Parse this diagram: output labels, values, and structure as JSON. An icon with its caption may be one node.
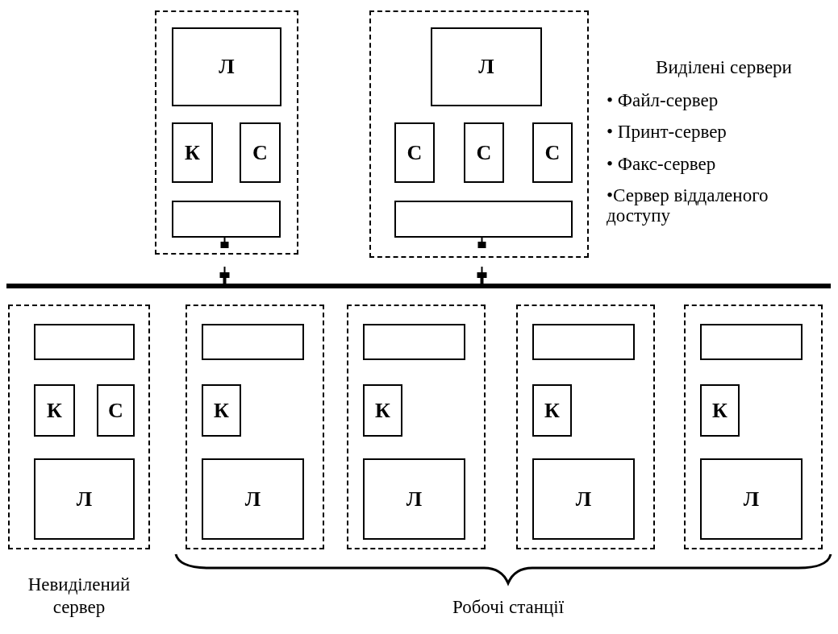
{
  "diagram": {
    "nodes": [
      {
        "text": [],
        "shape": "box"
      },
      {
        "text": [
          "Л"
        ],
        "in": 0
      },
      {
        "text": [
          "К"
        ],
        "in": 0
      },
      {
        "text": [
          "С"
        ],
        "in": 0
      },
      {
        "text": [],
        "shape": "box",
        "in": 0
      },
      {
        "text": [],
        "shape": "box"
      },
      {
        "text": [
          "Л"
        ],
        "in": 5
      },
      {
        "text": [
          "С"
        ],
        "in": 5
      },
      {
        "text": [
          "С"
        ],
        "in": 5
      },
      {
        "text": [
          "С"
        ],
        "in": 5
      },
      {
        "text": [],
        "shape": "box",
        "in": 5
      },
      {
        "text": [],
        "shape": "bar"
      },
      {
        "text": [],
        "shape": "box",
        "beside": [
          "Невиділений сервер"
        ]
      },
      {
        "text": [],
        "shape": "box",
        "in": 12
      },
      {
        "text": [
          "К"
        ],
        "in": 12
      },
      {
        "text": [
          "С"
        ],
        "in": 12
      },
      {
        "text": [
          "Л"
        ],
        "in": 12
      },
      {
        "text": [],
        "shape": "box"
      },
      {
        "text": [],
        "shape": "box",
        "in": 17
      },
      {
        "text": [
          "К"
        ],
        "in": 17
      },
      {
        "text": [
          "Л"
        ],
        "in": 17
      },
      {
        "text": [],
        "shape": "box"
      },
      {
        "text": [],
        "shape": "box",
        "in": 21
      },
      {
        "text": [
          "К"
        ],
        "in": 21
      },
      {
        "text": [
          "Л"
        ],
        "in": 21
      },
      {
        "text": [],
        "shape": "box"
      },
      {
        "text": [],
        "shape": "box",
        "in": 25
      },
      {
        "text": [
          "К"
        ],
        "in": 25
      },
      {
        "text": [
          "Л"
        ],
        "in": 25
      },
      {
        "text": [],
        "shape": "box"
      },
      {
        "text": [],
        "shape": "box",
        "in": 29
      },
      {
        "text": [
          "К"
        ],
        "in": 29
      },
      {
        "text": [
          "Л"
        ],
        "in": 29
      }
    ],
    "edges": [
      {
        "from": 4,
        "to": 11,
        "arrow": "other"
      },
      {
        "from": 10,
        "to": 11,
        "arrow": "other"
      }
    ],
    "labels": [
      "Виділені сервери",
      "• Файл-сервер",
      "• Принт-сервер",
      "• Факс-сервер",
      "•Сервер віддаленого доступу",
      "Робочі станції"
    ]
  }
}
